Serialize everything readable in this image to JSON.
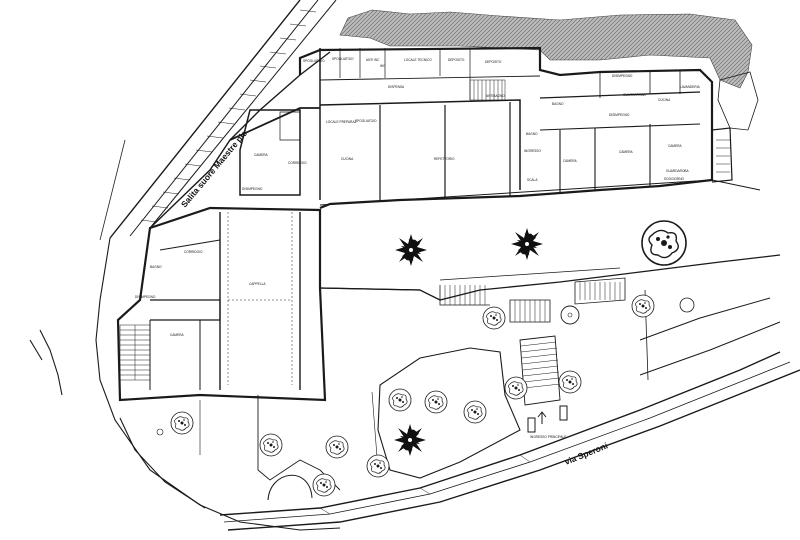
{
  "streets": {
    "salita": "Salita suore Maestre pie",
    "via": "via Speroni"
  },
  "rooms": {
    "r1": "SPOGLIATOIO",
    "r2": "SPOGLIATOIO",
    "r3": "ANTI WC",
    "r4": "WC",
    "r5": "LOCALE TECNICO",
    "r6": "DEPOSITO",
    "r7": "DEPOSITO",
    "r8": "DISPENSA",
    "r9": "ANTIBAGNO",
    "r10": "LOCALE PREPARAZ",
    "r11": "CUCINA",
    "r12": "SPOGLIATOIO",
    "r13": "REFETTORIO",
    "r14": "INGRESSO",
    "r15": "SCALA",
    "r16": "BAGNO",
    "r17": "BAGNO",
    "r18": "CAMERA",
    "r19": "CAMERA",
    "r20": "CAMERA",
    "r21": "DISIMPEGNO",
    "r22": "DISIMPEGNO",
    "r23": "GUARDAROBA",
    "r24": "SOGGIORNO",
    "r25": "CUCINA",
    "r26": "GUARDAROBA",
    "r27": "CAMERA",
    "r28": "CORRIDOIO",
    "r29": "CAPPELLA",
    "r30": "BAGNO",
    "r31": "CAMERA",
    "r32": "CORRIDOIO",
    "r33": "DISIMPEGNO",
    "r34": "LAVANDERIA",
    "r35": "DISIMPEGNO",
    "r36": "INGRESSO PRINCIPALE"
  },
  "colors": {
    "line": "#1a1a1a",
    "hatch": "#8c8c8c",
    "palm": "#101010",
    "background": "#ffffff"
  }
}
